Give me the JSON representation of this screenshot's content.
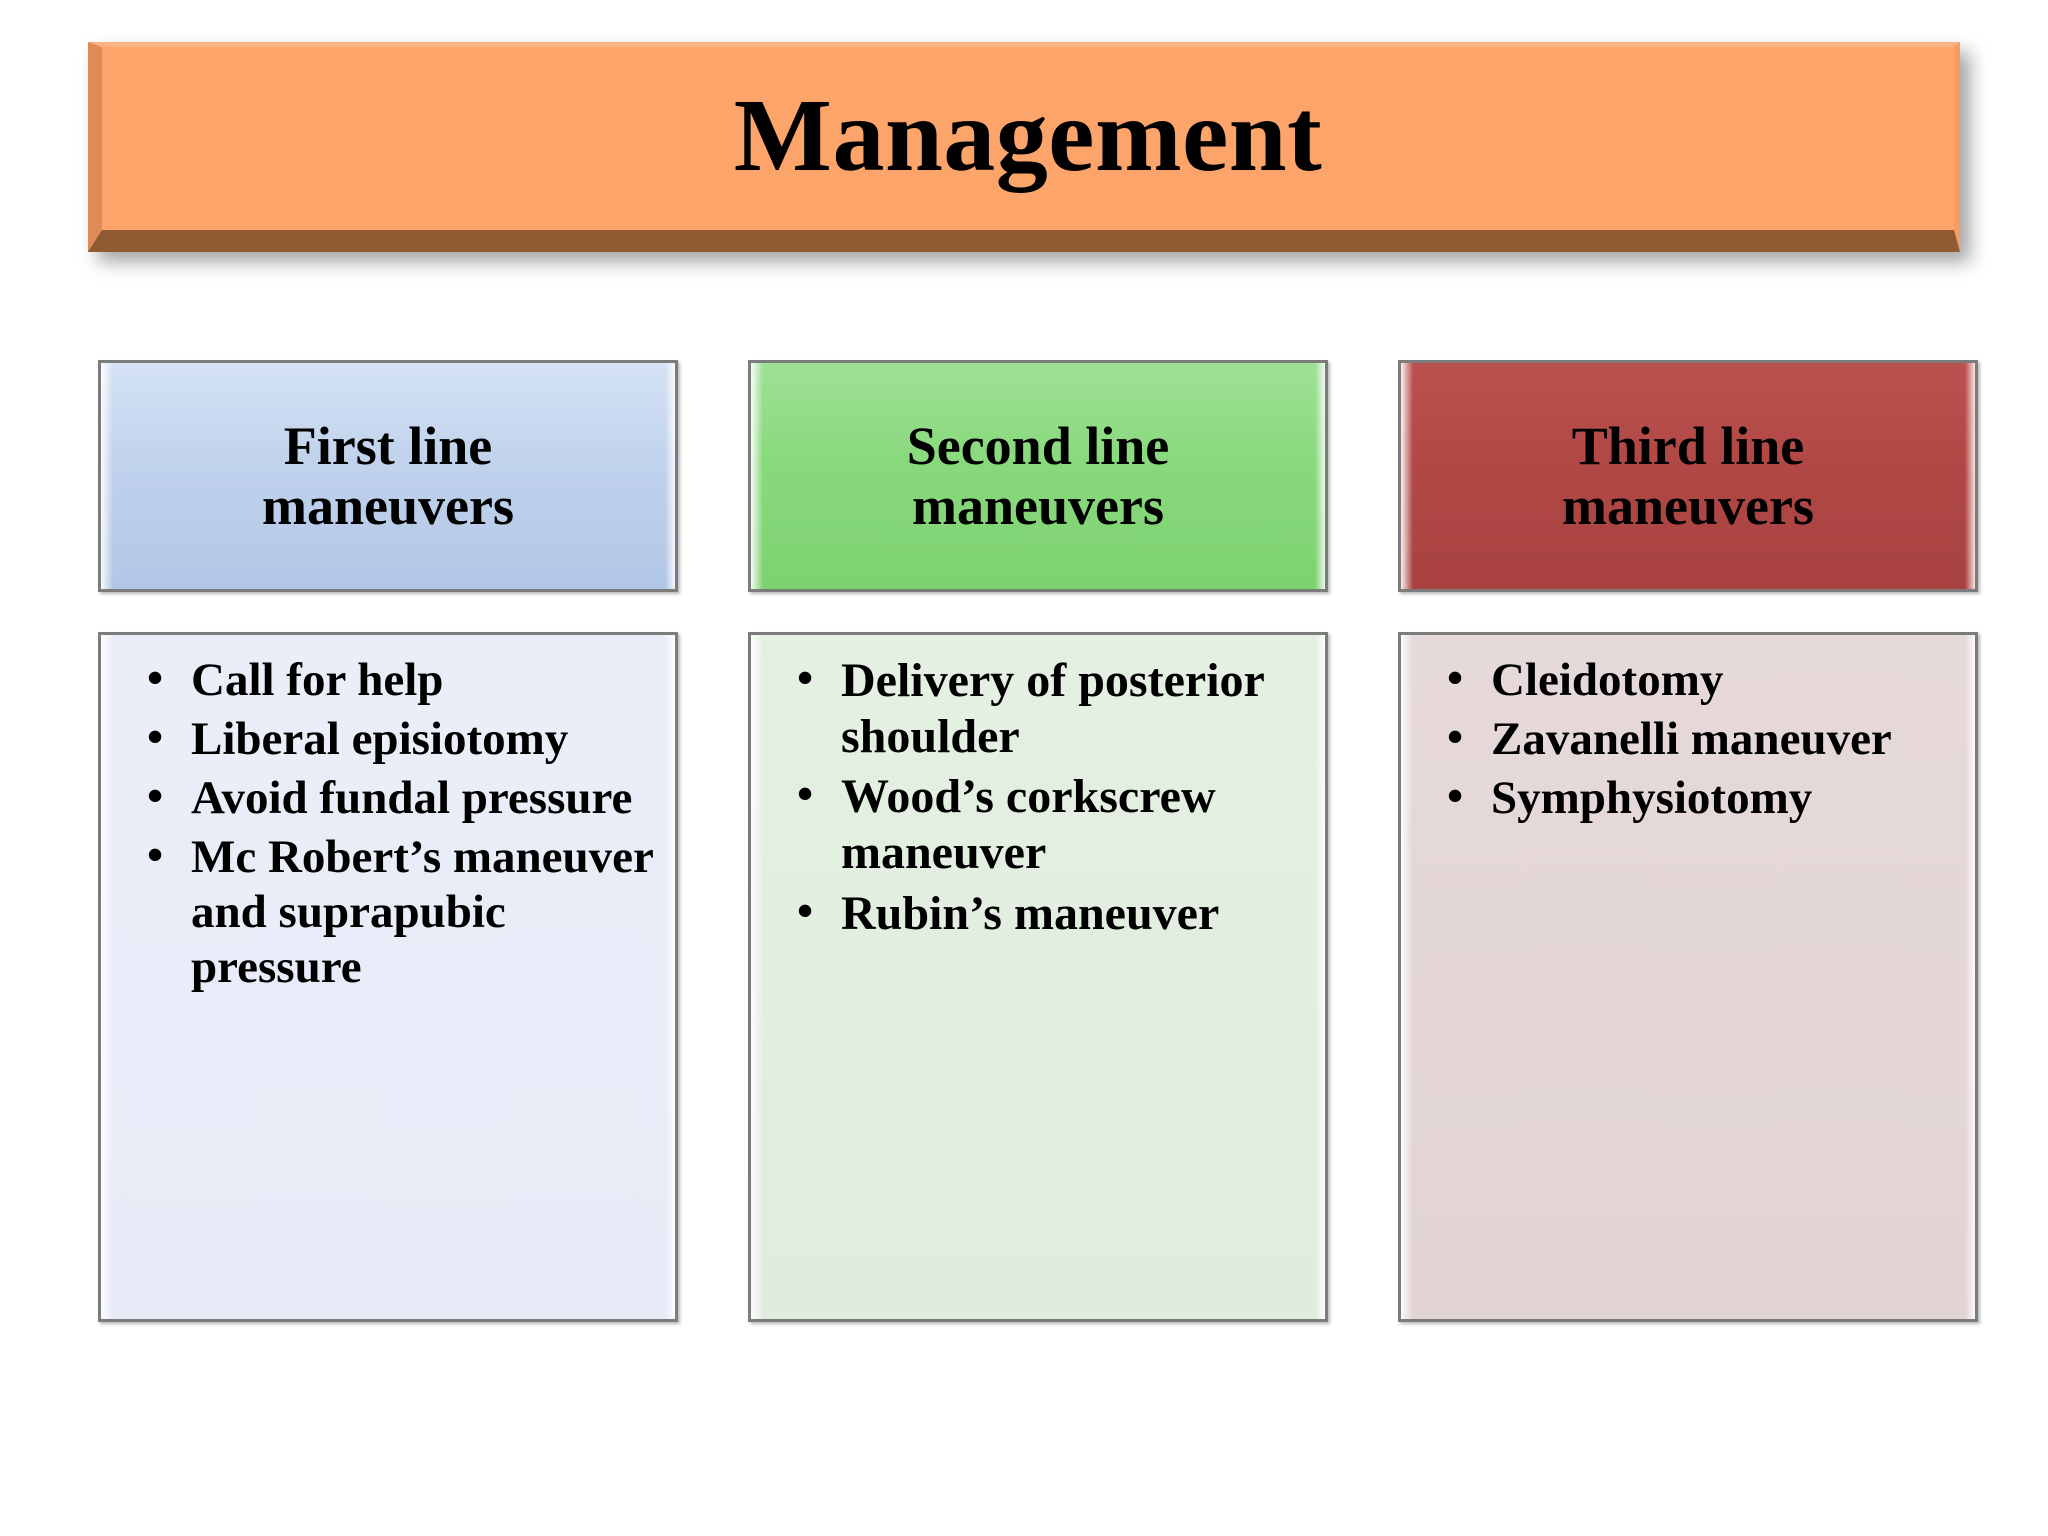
{
  "slide": {
    "title": "Management",
    "background_color": "#FFFFFF"
  },
  "banner": {
    "label": "Management",
    "fill_color": "#FCA46A",
    "bevel_bottom_color": "#8E5B33"
  },
  "columns": [
    {
      "id": "first-line",
      "header": "First line\nmaneuvers",
      "header_line1": "First line",
      "header_line2": "maneuvers",
      "header_color": "#C0D2EC",
      "body_color": "#E8ECF8",
      "items": [
        "Call for help",
        "Liberal episiotomy",
        "Avoid fundal pressure",
        "Mc Robert’s maneuver and suprapubic pressure"
      ]
    },
    {
      "id": "second-line",
      "header": "Second line\nmaneuvers",
      "header_line1": "Second line",
      "header_line2": "maneuvers",
      "header_color": "#88D97C",
      "body_color": "#E2EEE0",
      "items": [
        "Delivery of posterior shoulder",
        "Wood’s corkscrew maneuver",
        "Rubin’s maneuver"
      ]
    },
    {
      "id": "third-line",
      "header": "Third line\nmaneuvers",
      "header_line1": "Third line",
      "header_line2": "maneuvers",
      "header_color": "#B14846",
      "body_color": "#E4D6D6",
      "items": [
        "Cleidotomy",
        "Zavanelli maneuver",
        "Symphysiotomy"
      ]
    }
  ]
}
